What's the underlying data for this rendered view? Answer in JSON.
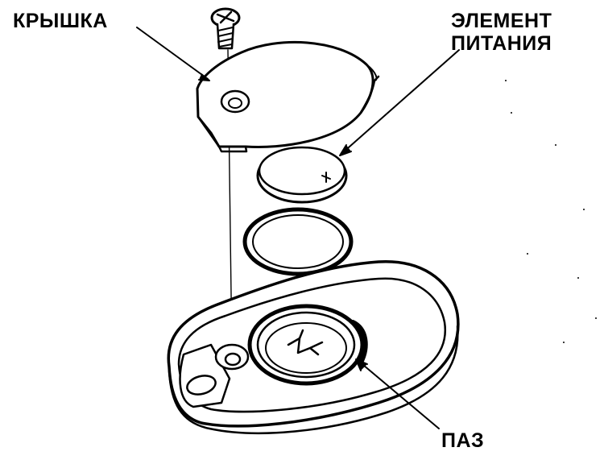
{
  "labels": {
    "cover": "КРЫШКА",
    "battery_line1": "ЭЛЕМЕНТ",
    "battery_line2": "ПИТАНИЯ",
    "groove": "ПАЗ"
  },
  "colors": {
    "ink": "#000000",
    "background": "#ffffff"
  }
}
